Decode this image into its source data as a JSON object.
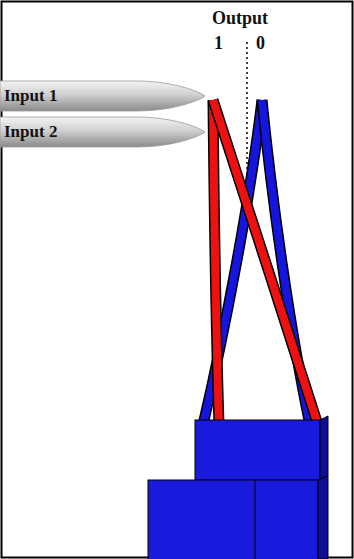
{
  "diagram": {
    "nodes": [
      {
        "text": [
          "Input 1"
        ]
      },
      {
        "text": [
          "Input 2"
        ]
      }
    ],
    "labels": [
      "Output",
      "1",
      "0"
    ]
  }
}
